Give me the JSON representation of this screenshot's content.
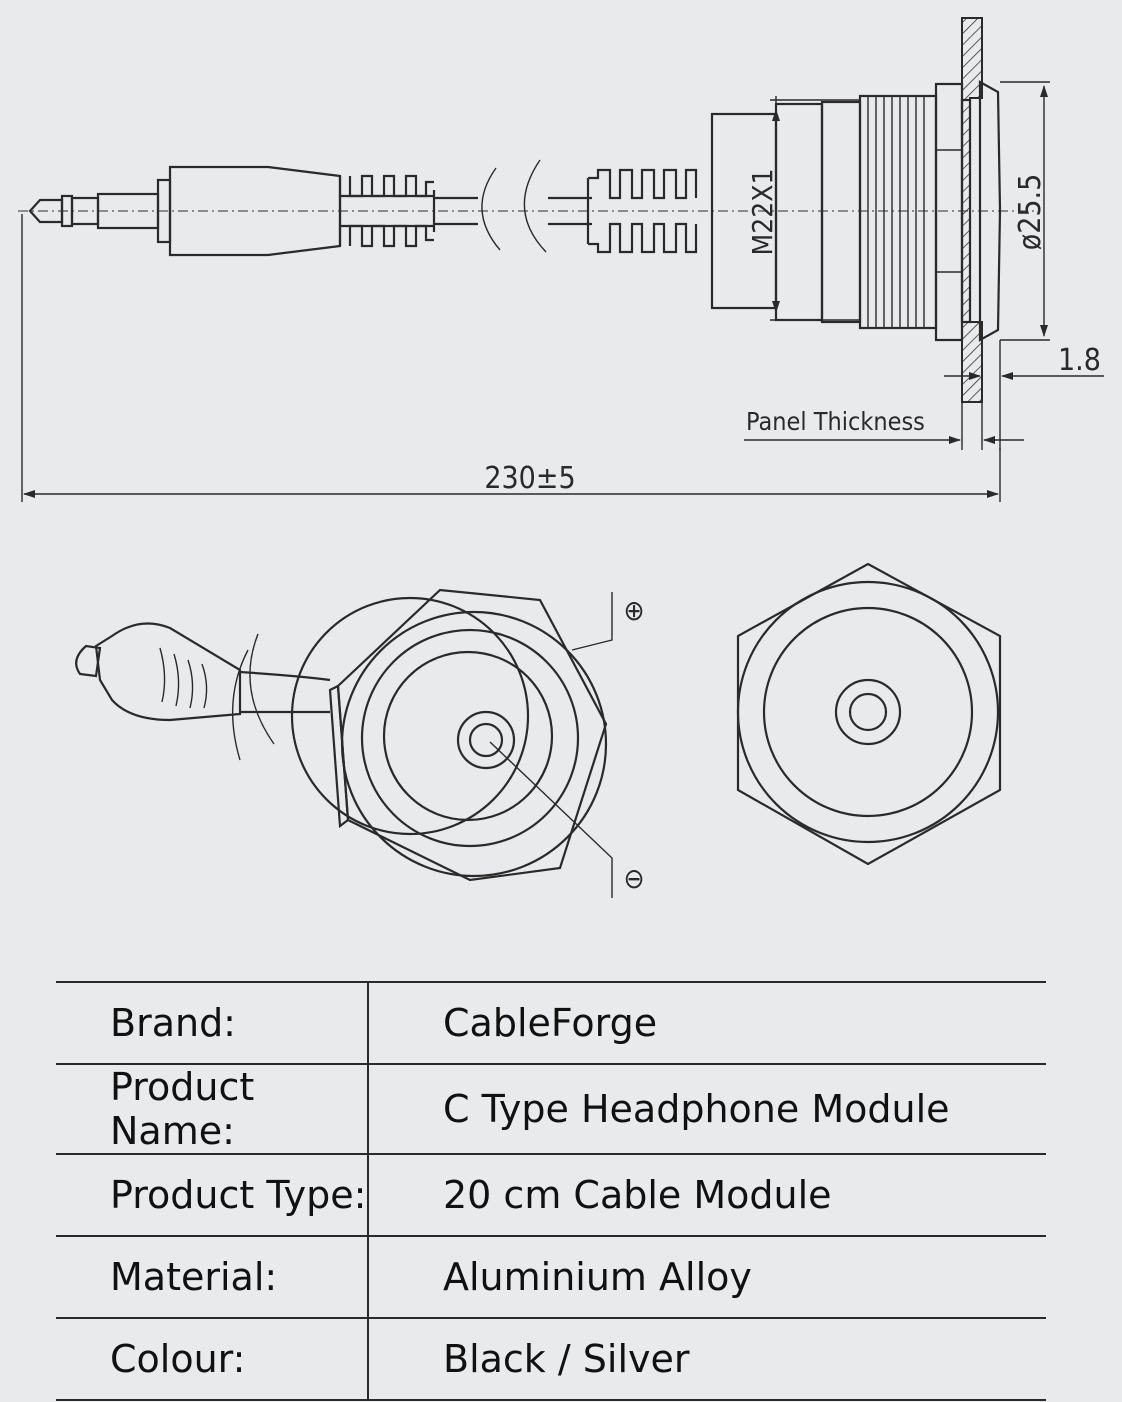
{
  "drawing": {
    "labels": {
      "thread": "M22X1",
      "diameter": "ø25.5",
      "flange_thickness": "1.8",
      "panel_thickness": "Panel Thickness",
      "total_length": "230±5",
      "positive": "⊕",
      "negative": "⊖"
    }
  },
  "specs": [
    {
      "label": "Brand:",
      "value": "CableForge"
    },
    {
      "label": "Product Name:",
      "value": "C Type Headphone Module"
    },
    {
      "label": "Product Type:",
      "value": "20 cm Cable Module"
    },
    {
      "label": "Material:",
      "value": "Aluminium Alloy"
    },
    {
      "label": "Colour:",
      "value": "Black / Silver"
    }
  ]
}
